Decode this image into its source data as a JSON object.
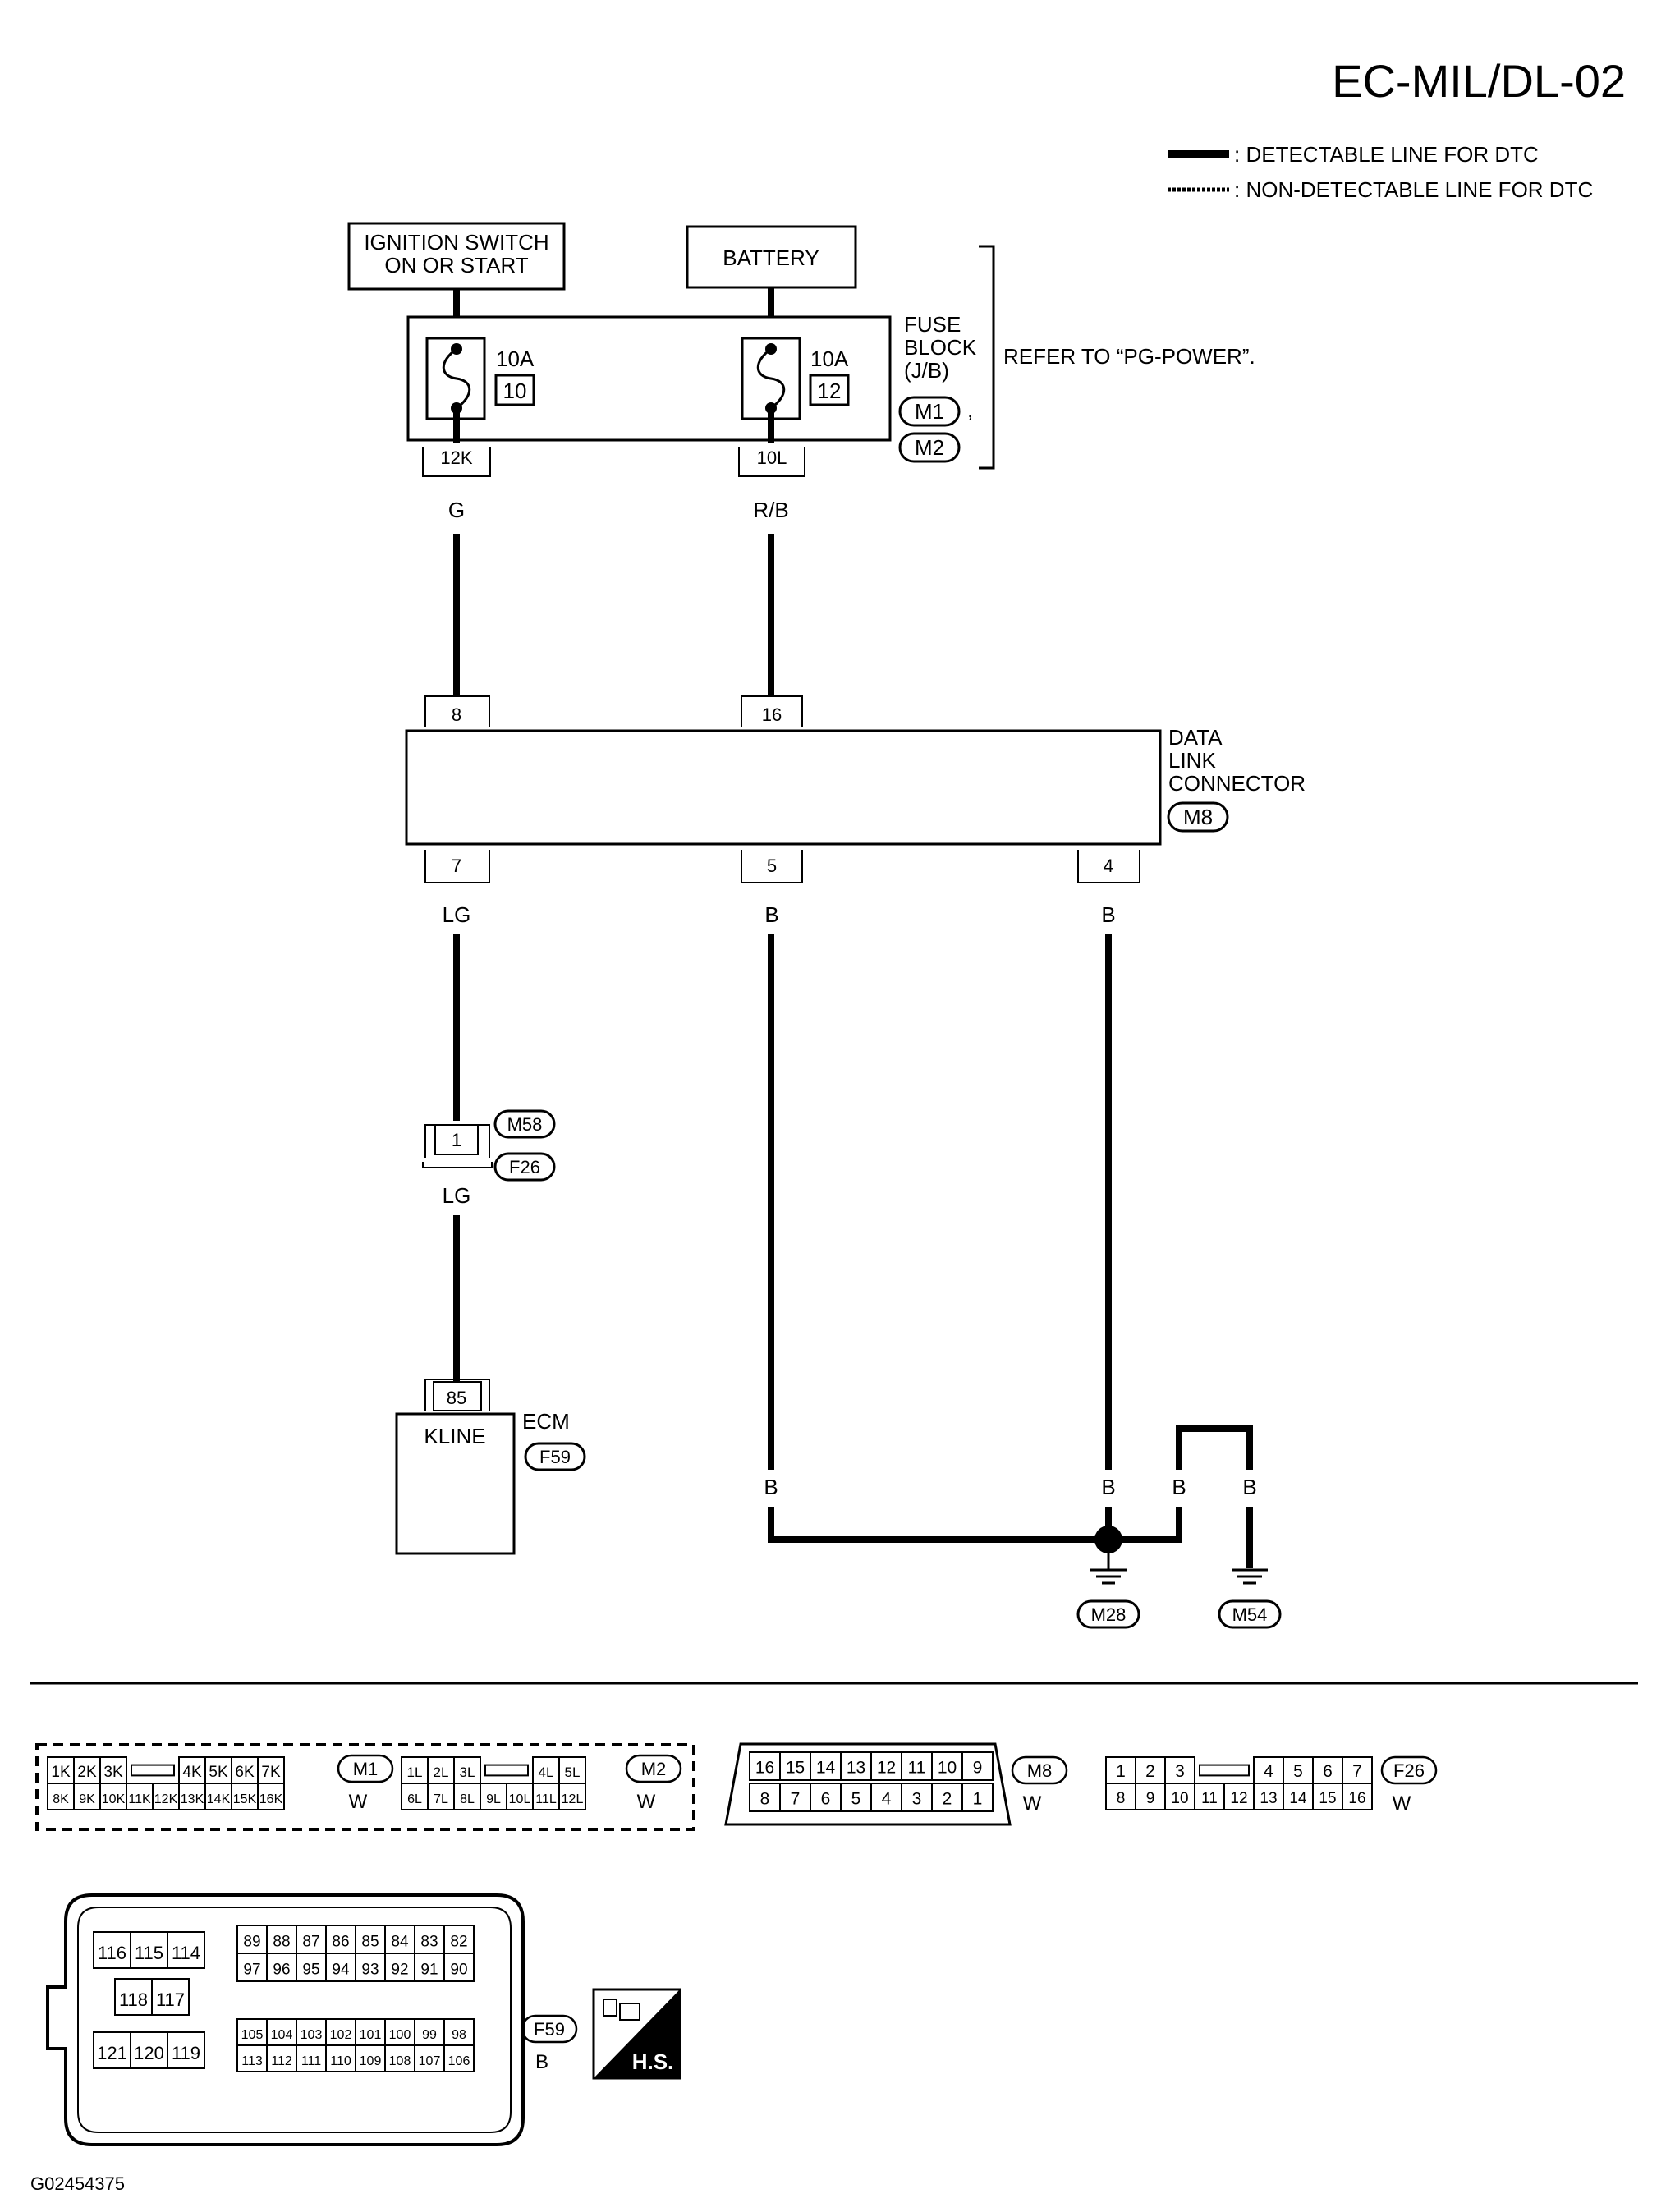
{
  "title": "EC-MIL/DL-02",
  "legend": {
    "detectable": ": DETECTABLE LINE FOR DTC",
    "non_detectable": ": NON-DETECTABLE LINE FOR DTC"
  },
  "sources": {
    "ignition_line1": "IGNITION SWITCH",
    "ignition_line2": "ON OR START",
    "battery": "BATTERY"
  },
  "fuse_block": {
    "label_line1": "FUSE",
    "label_line2": "BLOCK",
    "label_line3": "(J/B)",
    "refer": "REFER TO “PG-POWER”.",
    "conn1": "M1",
    "conn2": "M2",
    "comma": ",",
    "fuse1_rating": "10A",
    "fuse1_no": "10",
    "fuse2_rating": "10A",
    "fuse2_no": "12",
    "term1": "12K",
    "term2": "10L"
  },
  "wires": {
    "g": "G",
    "rb": "R/B",
    "lg_top": "LG",
    "b_5": "B",
    "b_4": "B",
    "lg_bottom": "LG",
    "b_left_ground": "B",
    "b_mid_ground": "B",
    "b_m54_1": "B",
    "b_m54_2": "B"
  },
  "dlc": {
    "label_line1": "DATA",
    "label_line2": "LINK",
    "label_line3": "CONNECTOR",
    "conn": "M8",
    "pin8": "8",
    "pin16": "16",
    "pin7": "7",
    "pin5": "5",
    "pin4": "4"
  },
  "inline_connector": {
    "pin": "1",
    "conn_top": "M58",
    "conn_bottom": "F26"
  },
  "ecm": {
    "label": "ECM",
    "pin": "85",
    "signal": "KLINE",
    "conn": "F59"
  },
  "grounds": {
    "m28": "M28",
    "m54": "M54"
  },
  "connector_views": {
    "m1": {
      "id": "M1",
      "color": "W",
      "row1": [
        "1K",
        "2K",
        "3K",
        "",
        "4K",
        "5K",
        "6K",
        "7K"
      ],
      "row2": [
        "8K",
        "9K",
        "10K",
        "11K",
        "12K",
        "13K",
        "14K",
        "15K",
        "16K"
      ]
    },
    "m2": {
      "id": "M2",
      "color": "W",
      "row1": [
        "1L",
        "2L",
        "3L",
        "",
        "4L",
        "5L"
      ],
      "row2": [
        "6L",
        "7L",
        "8L",
        "9L",
        "10L",
        "11L",
        "12L"
      ]
    },
    "m8": {
      "id": "M8",
      "color": "W",
      "row1": [
        "16",
        "15",
        "14",
        "13",
        "12",
        "11",
        "10",
        "9"
      ],
      "row2": [
        "8",
        "7",
        "6",
        "5",
        "4",
        "3",
        "2",
        "1"
      ]
    },
    "f26": {
      "id": "F26",
      "color": "W",
      "row1": [
        "1",
        "2",
        "3",
        "",
        "4",
        "5",
        "6",
        "7"
      ],
      "row2": [
        "8",
        "9",
        "10",
        "11",
        "12",
        "13",
        "14",
        "15",
        "16"
      ]
    },
    "f59": {
      "id": "F59",
      "color": "B",
      "left_row1": [
        "116",
        "115",
        "114"
      ],
      "left_row2": [
        "118",
        "117"
      ],
      "left_row3": [
        "121",
        "120",
        "119"
      ],
      "top_row1": [
        "89",
        "88",
        "87",
        "86",
        "85",
        "84",
        "83",
        "82"
      ],
      "top_row2": [
        "97",
        "96",
        "95",
        "94",
        "93",
        "92",
        "91",
        "90"
      ],
      "bot_row1": [
        "105",
        "104",
        "103",
        "102",
        "101",
        "100",
        "99",
        "98"
      ],
      "bot_row2": [
        "113",
        "112",
        "111",
        "110",
        "109",
        "108",
        "107",
        "106"
      ]
    }
  },
  "hs_label": "H.S.",
  "figure_id": "G02454375"
}
